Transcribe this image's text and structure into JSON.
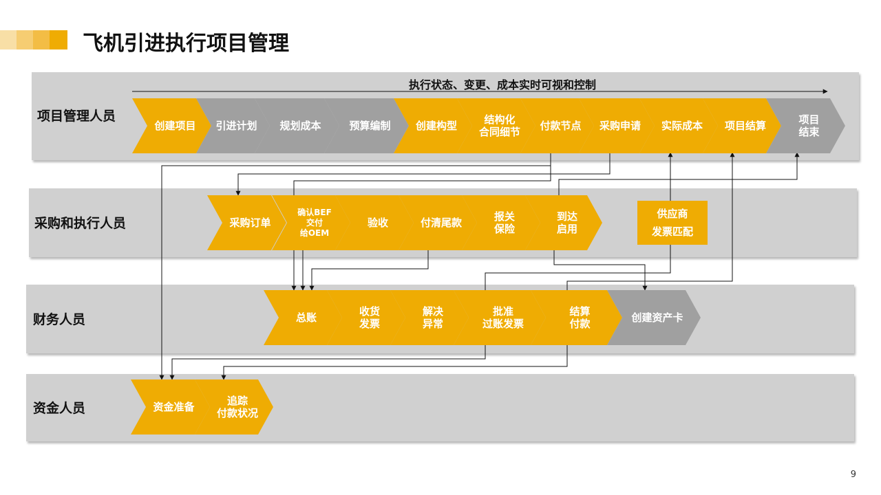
{
  "title": "飞机引进执行项目管理",
  "top_label": "执行状态、变更、成本实时可视和控制",
  "page_number": "9",
  "colors": {
    "accent": "#efac03",
    "gray_step": "#a0a0a0",
    "lane_bg": "#d0d0d0"
  },
  "lanes": [
    {
      "label": "项目管理人员"
    },
    {
      "label": "采购和执行人员"
    },
    {
      "label": "财务人员"
    },
    {
      "label": "资金人员"
    }
  ],
  "steps": {
    "pm": [
      "创建项目",
      "引进计划",
      "规划成本",
      "预算编制",
      "创建构型",
      "结构化\n合同细节",
      "付款节点",
      "采购申请",
      "实际成本",
      "项目结算",
      "项目\n结束"
    ],
    "proc": [
      "采购订单",
      "确认BEF\n交付\n给OEM",
      "验收",
      "付清尾款",
      "报关\n保险",
      "到达\n启用"
    ],
    "proc_box": "供应商\n发票匹配",
    "fin": [
      "总账",
      "收货\n发票",
      "解决\n异常",
      "批准\n过账发票",
      "结算\n付款",
      "创建资产卡"
    ],
    "fund": [
      "资金准备",
      "追踪\n付款状况"
    ]
  }
}
